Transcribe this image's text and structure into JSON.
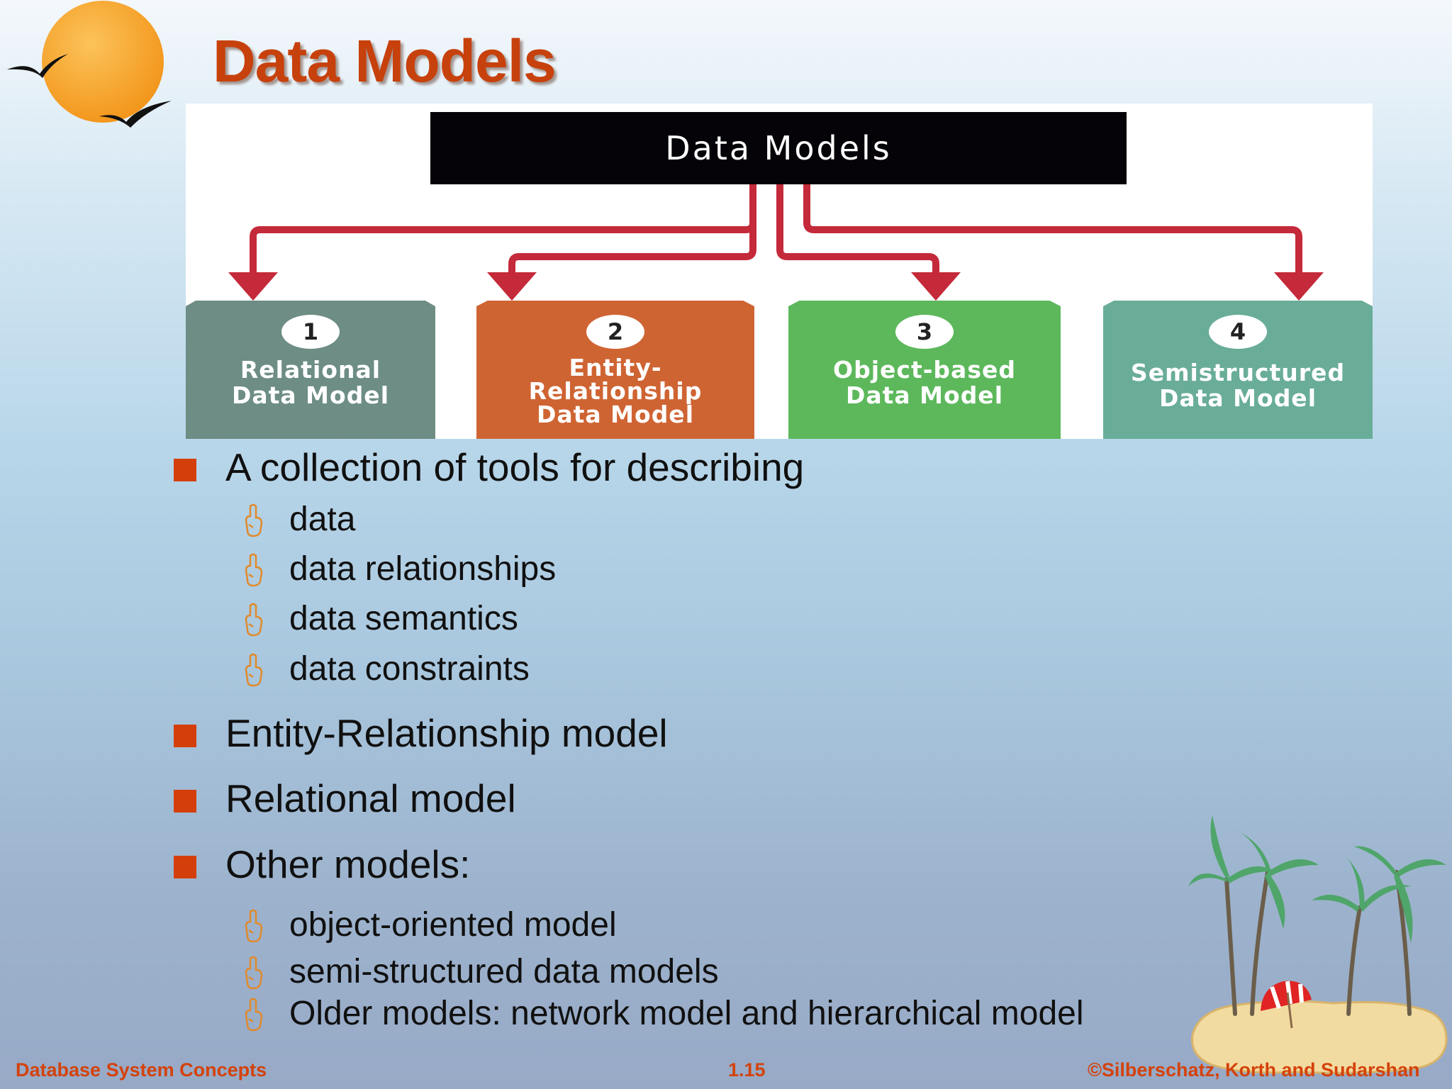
{
  "slide": {
    "title": "Data Models"
  },
  "diagram": {
    "header": "Data Models",
    "models": [
      {
        "number": "1",
        "label": "Relational\nData Model",
        "color": "#6d8d85"
      },
      {
        "number": "2",
        "label": "Entity-\nRelationship\nData Model",
        "color": "#cf6433"
      },
      {
        "number": "3",
        "label": "Object-based\nData Model",
        "color": "#5db85c"
      },
      {
        "number": "4",
        "label": "Semistructured\nData Model",
        "color": "#69ad99"
      }
    ],
    "arrow_color": "#c42a3a"
  },
  "content": {
    "bullet1": "A collection of tools for describing",
    "bullet1_items": [
      "data",
      "data relationships",
      "data semantics",
      "data constraints"
    ],
    "bullet2": "Entity-Relationship model",
    "bullet3": "Relational model",
    "bullet4": "Other models:",
    "bullet4_items": [
      "object-oriented model",
      "semi-structured data models",
      "Older models: network model and hierarchical model"
    ]
  },
  "footer": {
    "left": "Database System Concepts",
    "center": "1.15",
    "right": "©Silberschatz, Korth and Sudarshan"
  },
  "colors": {
    "title": "#c7410d",
    "bullet": "#d43e0a",
    "footer": "#d4420b",
    "sun": "#f7a020"
  },
  "icons": {
    "logo": "sun-with-birds-icon",
    "sub_bullet": "pointing-hand-icon",
    "decoration": "palm-island-icon"
  }
}
